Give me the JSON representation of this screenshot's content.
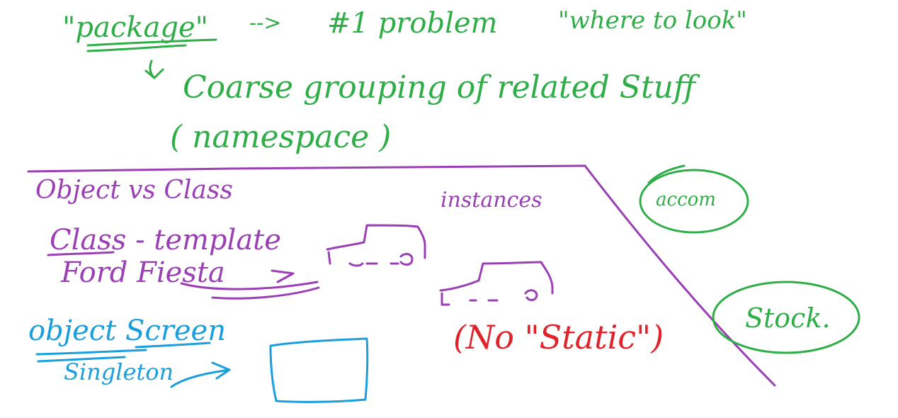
{
  "colors": {
    "green": "#2fae48",
    "purple": "#9a3fb4",
    "blue": "#1a9fdc",
    "red": "#e0222b"
  },
  "notes": {
    "package_term": "\"package\"",
    "arrow_text": "-->",
    "problem": "#1 problem",
    "where_to_look": "\"where to look\"",
    "coarse_grouping": "Coarse grouping of related Stuff",
    "namespace": "( namespace )",
    "object_vs_class": "Object vs Class",
    "class_template": "Class - template",
    "ford_fiesta": "Ford Fiesta",
    "instances": "instances",
    "object_screen": "object Screen",
    "singleton": "Singleton",
    "no_static": "(No \"Static\")",
    "accom": "accom",
    "stock": "Stock."
  }
}
